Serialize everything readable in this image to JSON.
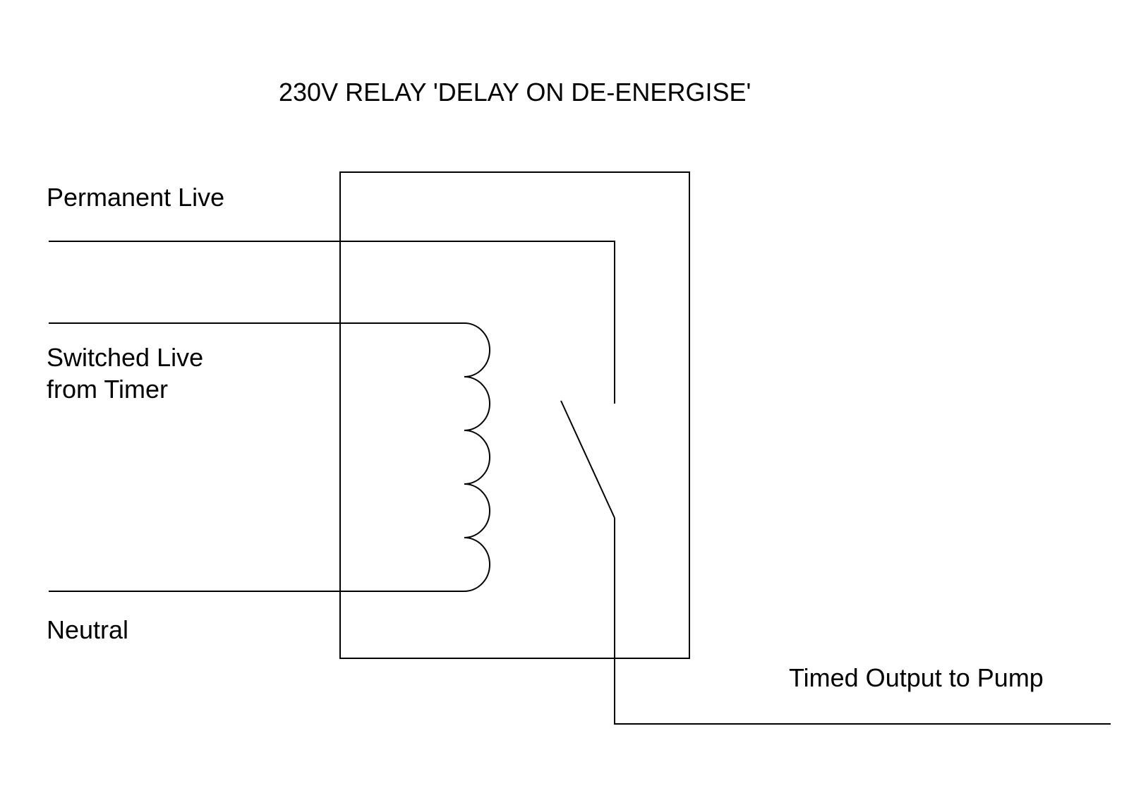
{
  "title": "230V RELAY 'DELAY ON DE-ENERGISE'",
  "labels": {
    "permanent_live": "Permanent Live",
    "switched_live_line1": "Switched Live",
    "switched_live_line2": "from Timer",
    "neutral": "Neutral",
    "timed_output": "Timed Output to Pump"
  },
  "colors": {
    "line": "#000000",
    "background": "#ffffff"
  }
}
